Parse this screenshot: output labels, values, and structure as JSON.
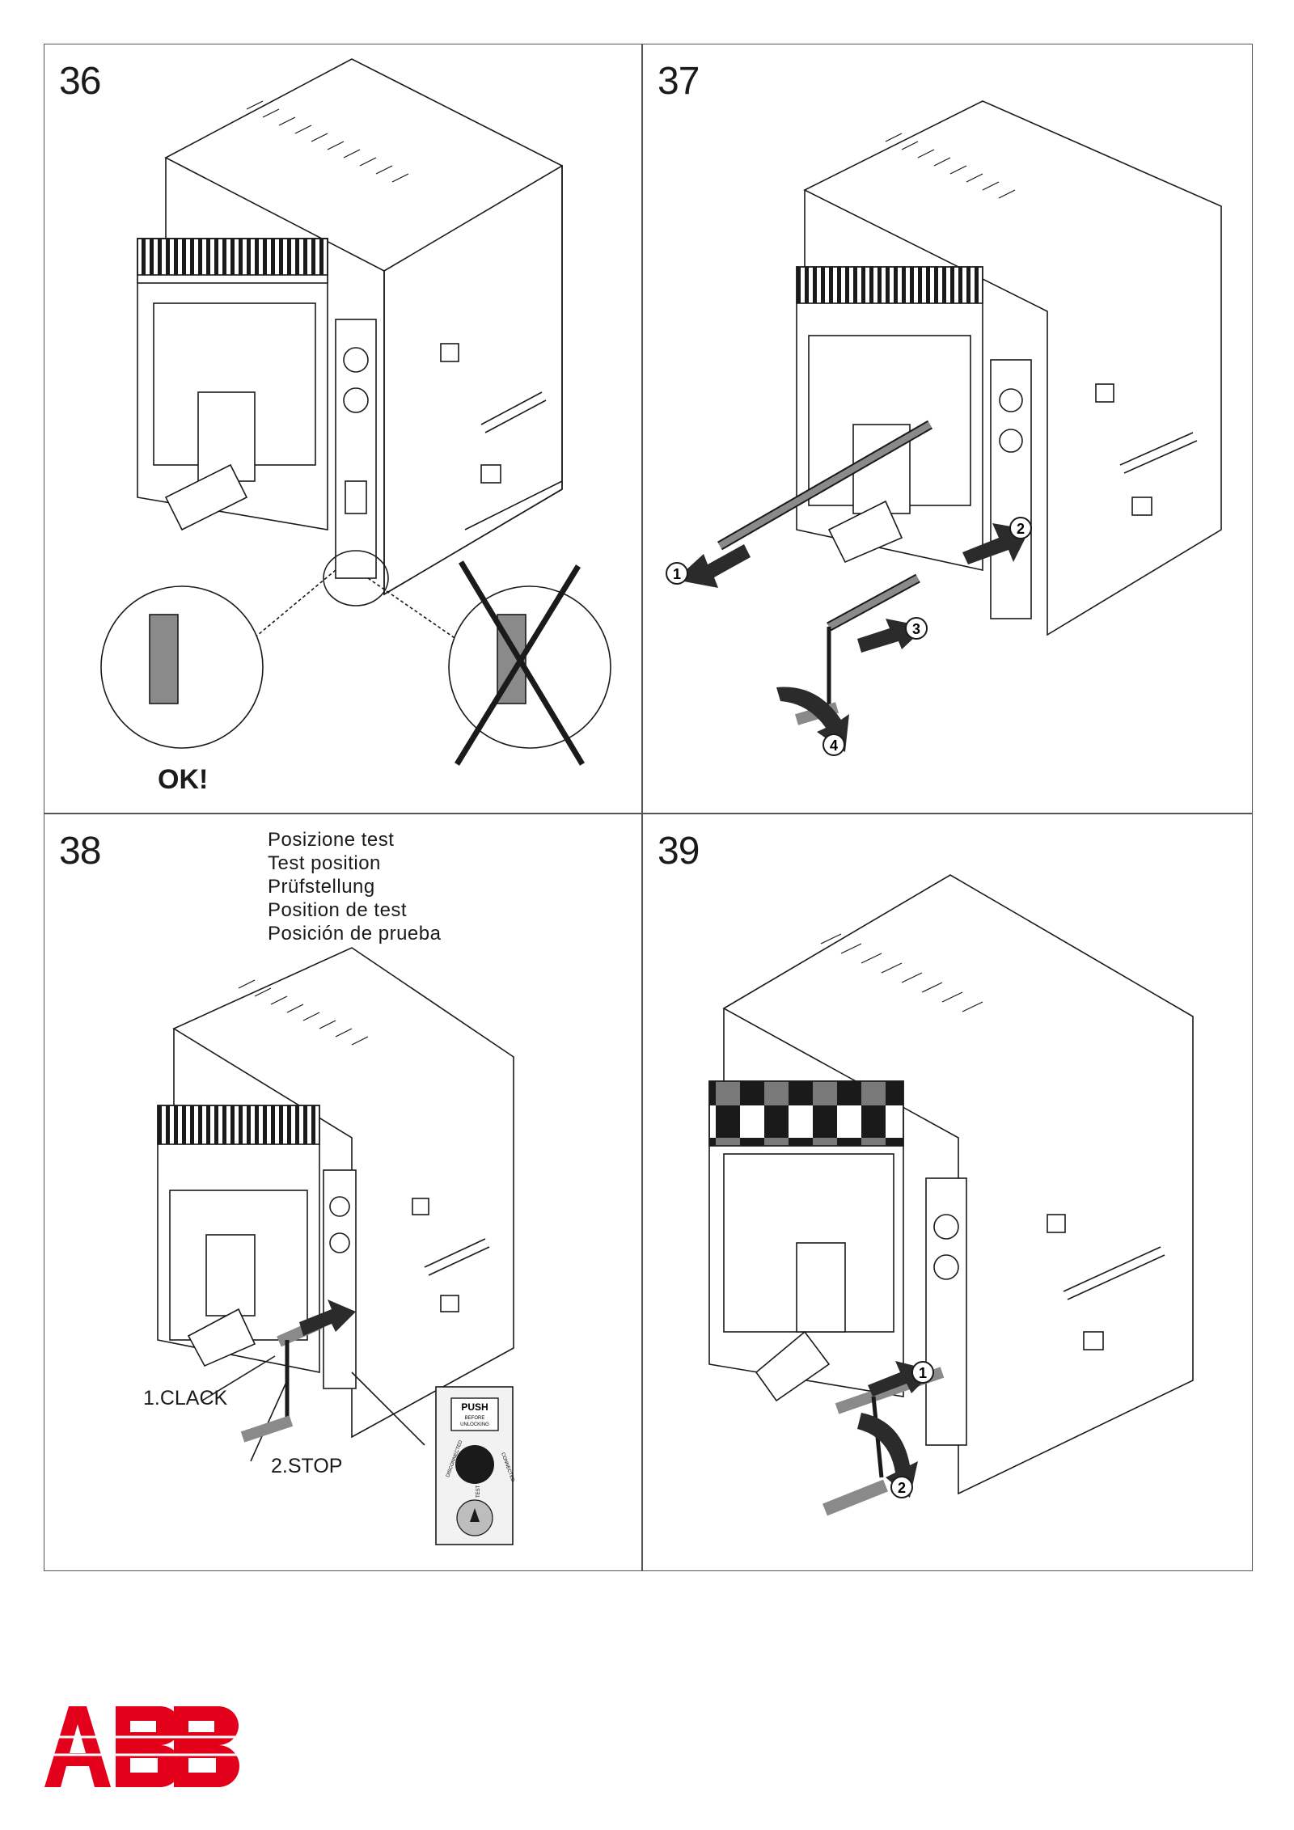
{
  "panels": [
    {
      "number": "36",
      "ok_label": "OK!"
    },
    {
      "number": "37",
      "steps": [
        "1",
        "2",
        "3",
        "4"
      ]
    },
    {
      "number": "38",
      "captions": [
        "Posizione test",
        "Test position",
        "Prüfstellung",
        "Position de test",
        "Posición de prueba"
      ],
      "clack_label": "1.CLACK",
      "stop_label": "2.STOP",
      "indicator": {
        "push_label": "PUSH",
        "small_label_1": "BEFORE",
        "small_label_2": "UNLOCKING",
        "left_label": "DISCONNECTED",
        "right_label": "CONNECTED",
        "bottom_label": "TEST"
      }
    },
    {
      "number": "39",
      "steps": [
        "1",
        "2"
      ]
    }
  ],
  "logo": {
    "text": "ABB",
    "color": "#e2001a"
  },
  "colors": {
    "line": "#1a1a1a",
    "frame": "#555555",
    "shade": "#8a8a8a",
    "dark": "#2b2b2b"
  }
}
